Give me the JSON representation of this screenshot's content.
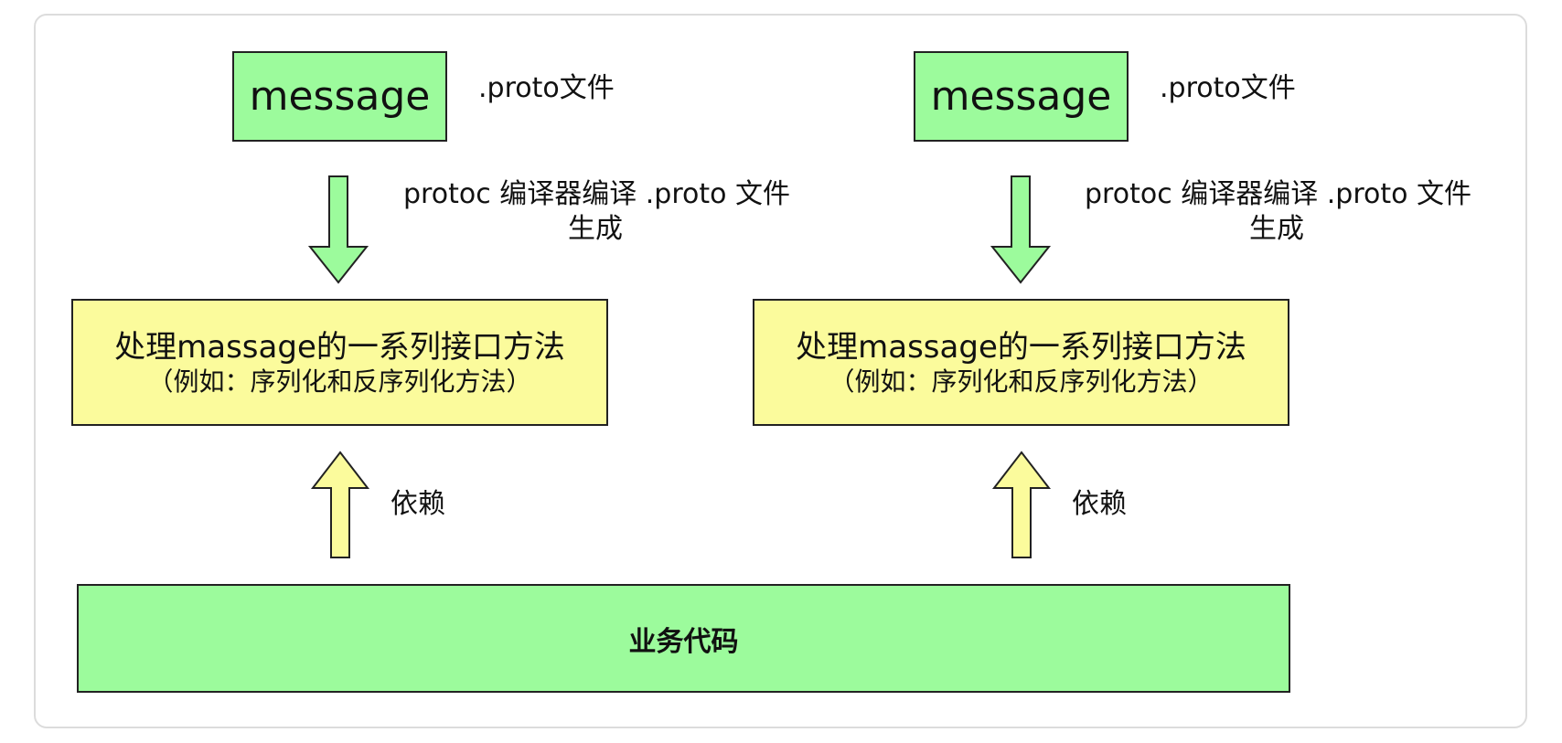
{
  "colors": {
    "green_fill": "#9cfb9c",
    "yellow_fill": "#fbfb9c",
    "stroke": "#222222",
    "frame": "#dcdcdc"
  },
  "left": {
    "message": "message",
    "proto_file": ".proto文件",
    "compile_line1": "protoc 编译器编译 .proto 文件",
    "compile_line2": "生成",
    "iface_line1": "处理massage的一系列接口方法",
    "iface_line2": "（例如：序列化和反序列化方法）",
    "depend": "依赖"
  },
  "right": {
    "message": "message",
    "proto_file": ".proto文件",
    "compile_line1": "protoc 编译器编译 .proto 文件",
    "compile_line2": "生成",
    "iface_line1": "处理massage的一系列接口方法",
    "iface_line2": "（例如：序列化和反序列化方法）",
    "depend": "依赖"
  },
  "business": "业务代码"
}
